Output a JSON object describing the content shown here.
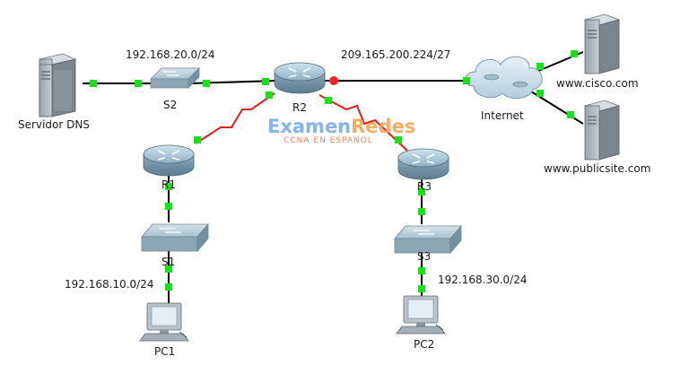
{
  "devices": {
    "dns_server": "Servidor DNS",
    "switch_s2": "S2",
    "router_r2": "R2",
    "router_r1": "R1",
    "router_r3": "R3",
    "switch_s1": "S1",
    "switch_s3": "S3",
    "pc1": "PC1",
    "pc2": "PC2",
    "internet": "Internet",
    "cisco_server": "www.cisco.com",
    "publicsite_server": "www.publicsite.com"
  },
  "networks": {
    "lan_s2": "192.168.20.0/24",
    "wan_isp": "209.165.200.224/27",
    "lan_s1": "192.168.10.0/24",
    "lan_s3": "192.168.30.0/24"
  },
  "watermark": {
    "title_part1": "Examen",
    "title_part2": "Redes",
    "subtitle": "CCNA EN ESPAÑOL"
  },
  "colors": {
    "link_copper": "#000000",
    "link_serial": "#e0201a",
    "port_up": "#17e217",
    "port_down": "#ff2020"
  }
}
